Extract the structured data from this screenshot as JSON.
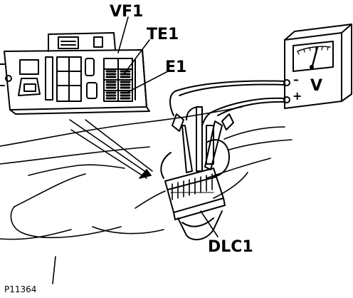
{
  "labels": {
    "vf1": "VF1",
    "te1": "TE1",
    "e1": "E1",
    "dlc1": "DLC1"
  },
  "voltmeter": {
    "unit": "V",
    "minus": "–",
    "plus": "+"
  },
  "figure_id": "P11364",
  "colors": {
    "ink": "#000000",
    "paper": "#ffffff"
  }
}
